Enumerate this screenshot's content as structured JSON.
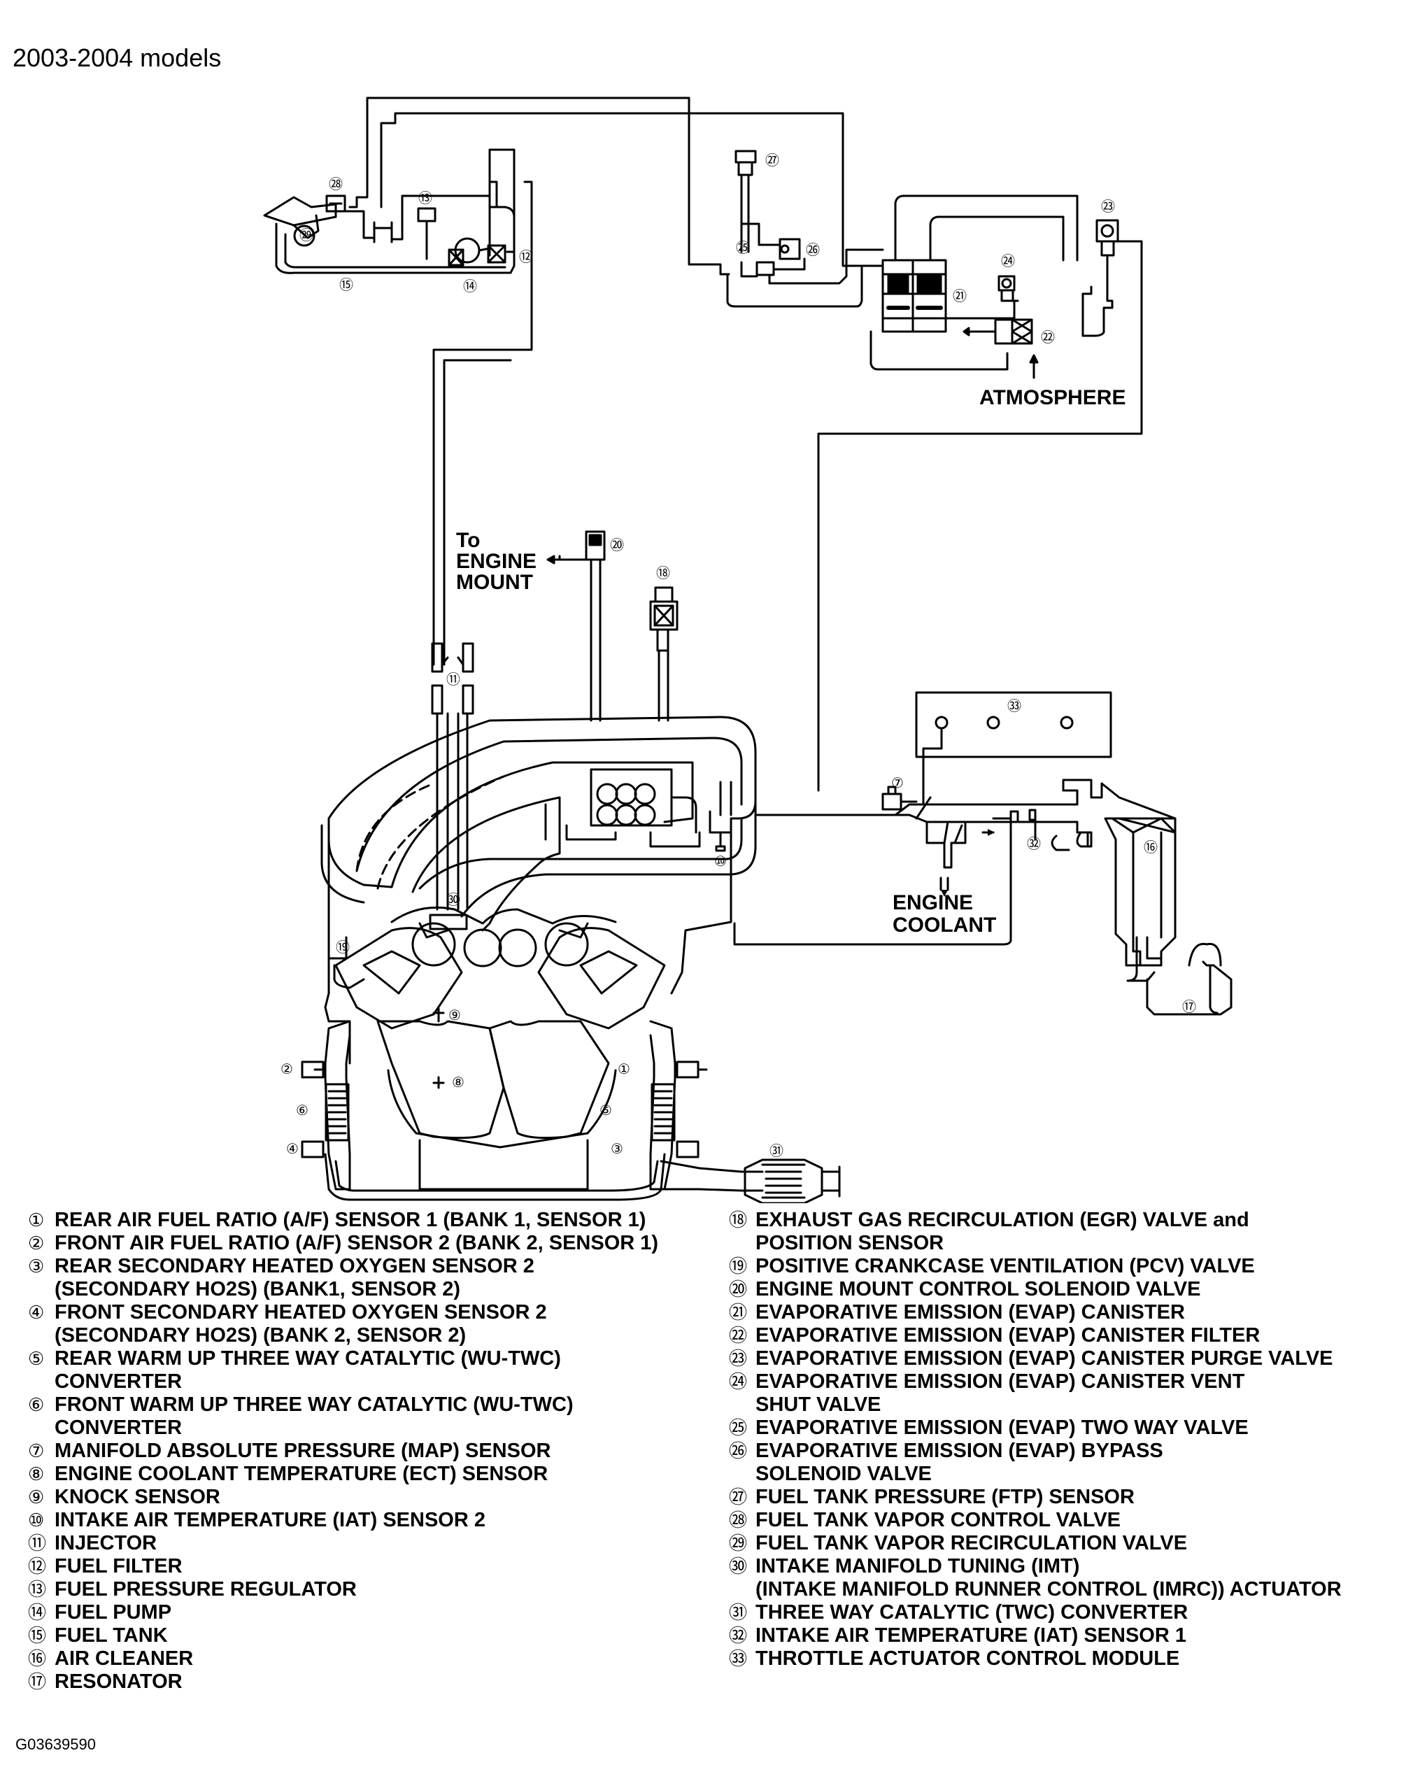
{
  "header": {
    "title": "2003-2004 models"
  },
  "diagram_labels": {
    "atmosphere": "ATMOSPHERE",
    "to_engine_mount": [
      "To",
      "ENGINE",
      "MOUNT"
    ],
    "engine_coolant": [
      "ENGINE",
      "COOLANT"
    ]
  },
  "callouts": [
    {
      "id": "1",
      "text": "①"
    },
    {
      "id": "2",
      "text": "②"
    },
    {
      "id": "3",
      "text": "③"
    },
    {
      "id": "4",
      "text": "④"
    },
    {
      "id": "5",
      "text": "⑤"
    },
    {
      "id": "6",
      "text": "⑥"
    },
    {
      "id": "7",
      "text": "⑦"
    },
    {
      "id": "8",
      "text": "⑧"
    },
    {
      "id": "9",
      "text": "⑨"
    },
    {
      "id": "10",
      "text": "⑩"
    },
    {
      "id": "11",
      "text": "⑪"
    },
    {
      "id": "12",
      "text": "⑫"
    },
    {
      "id": "13",
      "text": "⑬"
    },
    {
      "id": "14",
      "text": "⑭"
    },
    {
      "id": "15",
      "text": "⑮"
    },
    {
      "id": "16",
      "text": "⑯"
    },
    {
      "id": "17",
      "text": "⑰"
    },
    {
      "id": "18",
      "text": "⑱"
    },
    {
      "id": "19",
      "text": "⑲"
    },
    {
      "id": "20",
      "text": "⑳"
    },
    {
      "id": "21",
      "text": "㉑"
    },
    {
      "id": "22",
      "text": "㉒"
    },
    {
      "id": "23",
      "text": "㉓"
    },
    {
      "id": "24",
      "text": "㉔"
    },
    {
      "id": "25",
      "text": "㉕"
    },
    {
      "id": "26",
      "text": "㉖"
    },
    {
      "id": "27",
      "text": "㉗"
    },
    {
      "id": "28",
      "text": "㉘"
    },
    {
      "id": "29",
      "text": "㉙"
    },
    {
      "id": "30",
      "text": "㉚"
    },
    {
      "id": "31",
      "text": "㉛"
    },
    {
      "id": "32",
      "text": "㉜"
    },
    {
      "id": "33",
      "text": "㉝"
    }
  ],
  "legend_left": [
    {
      "num": "①",
      "text": "REAR AIR FUEL RATIO (A/F) SENSOR 1 (BANK 1, SENSOR 1)"
    },
    {
      "num": "②",
      "text": "FRONT AIR FUEL RATIO (A/F) SENSOR 2 (BANK 2, SENSOR 1)"
    },
    {
      "num": "③",
      "text": "REAR SECONDARY HEATED OXYGEN SENSOR 2\n(SECONDARY HO2S) (BANK1, SENSOR 2)"
    },
    {
      "num": "④",
      "text": "FRONT SECONDARY HEATED OXYGEN SENSOR 2\n(SECONDARY HO2S) (BANK 2, SENSOR 2)"
    },
    {
      "num": "⑤",
      "text": "REAR WARM UP THREE WAY CATALYTIC (WU-TWC)\nCONVERTER"
    },
    {
      "num": "⑥",
      "text": "FRONT WARM UP THREE WAY CATALYTIC (WU-TWC)\nCONVERTER"
    },
    {
      "num": "⑦",
      "text": "MANIFOLD ABSOLUTE PRESSURE (MAP) SENSOR"
    },
    {
      "num": "⑧",
      "text": "ENGINE COOLANT TEMPERATURE (ECT) SENSOR"
    },
    {
      "num": "⑨",
      "text": "KNOCK SENSOR"
    },
    {
      "num": "⑩",
      "text": "INTAKE AIR TEMPERATURE (IAT) SENSOR 2"
    },
    {
      "num": "⑪",
      "text": "INJECTOR"
    },
    {
      "num": "⑫",
      "text": "FUEL FILTER"
    },
    {
      "num": "⑬",
      "text": "FUEL PRESSURE REGULATOR"
    },
    {
      "num": "⑭",
      "text": "FUEL PUMP"
    },
    {
      "num": "⑮",
      "text": "FUEL TANK"
    },
    {
      "num": "⑯",
      "text": "AIR CLEANER"
    },
    {
      "num": "⑰",
      "text": "RESONATOR"
    }
  ],
  "legend_right": [
    {
      "num": "⑱",
      "text": "EXHAUST GAS RECIRCULATION (EGR) VALVE and\nPOSITION SENSOR"
    },
    {
      "num": "⑲",
      "text": "POSITIVE CRANKCASE VENTILATION (PCV) VALVE"
    },
    {
      "num": "⑳",
      "text": "ENGINE MOUNT CONTROL SOLENOID VALVE"
    },
    {
      "num": "㉑",
      "text": "EVAPORATIVE EMISSION (EVAP) CANISTER"
    },
    {
      "num": "㉒",
      "text": "EVAPORATIVE EMISSION (EVAP) CANISTER FILTER"
    },
    {
      "num": "㉓",
      "text": "EVAPORATIVE EMISSION (EVAP) CANISTER PURGE VALVE"
    },
    {
      "num": "㉔",
      "text": "EVAPORATIVE EMISSION (EVAP) CANISTER VENT\nSHUT VALVE"
    },
    {
      "num": "㉕",
      "text": "EVAPORATIVE EMISSION (EVAP) TWO WAY VALVE"
    },
    {
      "num": "㉖",
      "text": "EVAPORATIVE EMISSION (EVAP) BYPASS\nSOLENOID VALVE"
    },
    {
      "num": "㉗",
      "text": "FUEL TANK PRESSURE (FTP) SENSOR"
    },
    {
      "num": "㉘",
      "text": "FUEL TANK VAPOR CONTROL VALVE"
    },
    {
      "num": "㉙",
      "text": "FUEL TANK VAPOR RECIRCULATION VALVE"
    },
    {
      "num": "㉚",
      "text": "INTAKE MANIFOLD TUNING (IMT)\n(INTAKE MANIFOLD RUNNER CONTROL (IMRC)) ACTUATOR"
    },
    {
      "num": "㉛",
      "text": "THREE WAY CATALYTIC (TWC) CONVERTER"
    },
    {
      "num": "㉜",
      "text": "INTAKE AIR TEMPERATURE (IAT) SENSOR 1"
    },
    {
      "num": "㉝",
      "text": "THROTTLE ACTUATOR CONTROL MODULE"
    }
  ],
  "footer": {
    "figure_code": "G03639590"
  }
}
